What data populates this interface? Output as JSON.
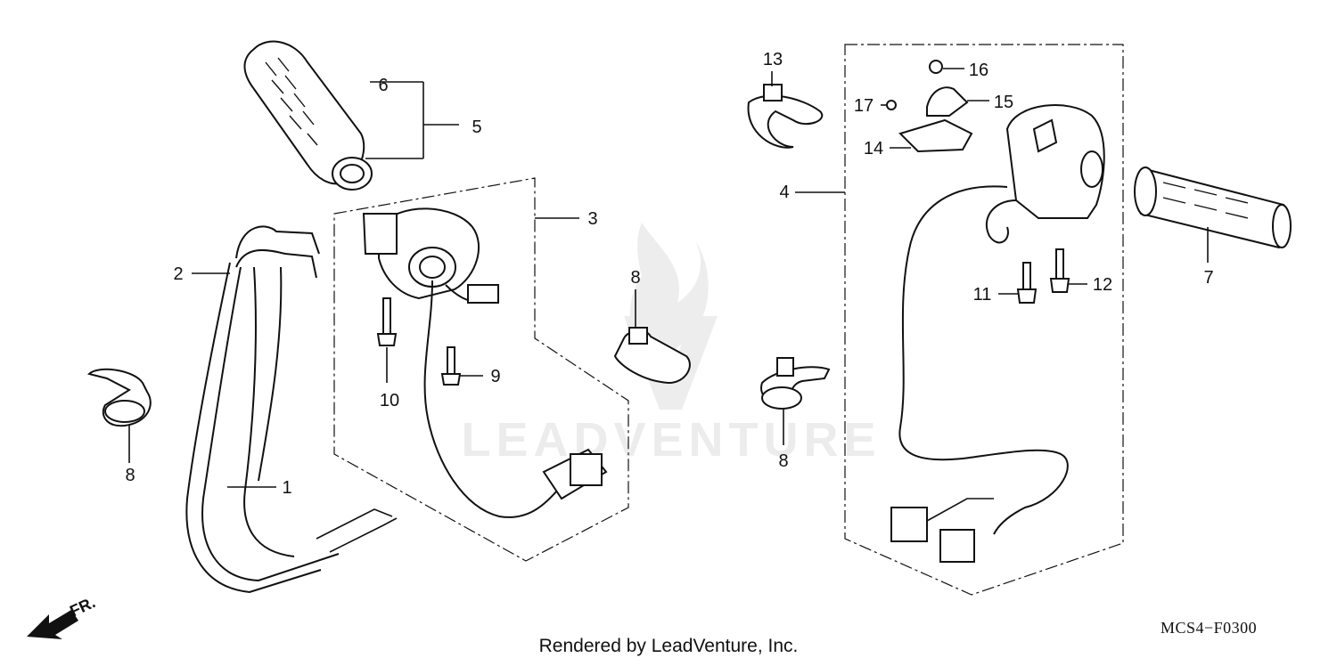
{
  "callouts": {
    "c1": "1",
    "c2": "2",
    "c3": "3",
    "c4": "4",
    "c5": "5",
    "c6": "6",
    "c7": "7",
    "c8a": "8",
    "c8b": "8",
    "c8c": "8",
    "c9": "9",
    "c10": "10",
    "c11": "11",
    "c12": "12",
    "c13": "13",
    "c14": "14",
    "c15": "15",
    "c16": "16",
    "c17": "17"
  },
  "front_marker": "FR.",
  "watermark_text": "LEADVENTURE",
  "diagram_code": "MCS4−F0300",
  "footer": "Rendered by LeadVenture, Inc."
}
